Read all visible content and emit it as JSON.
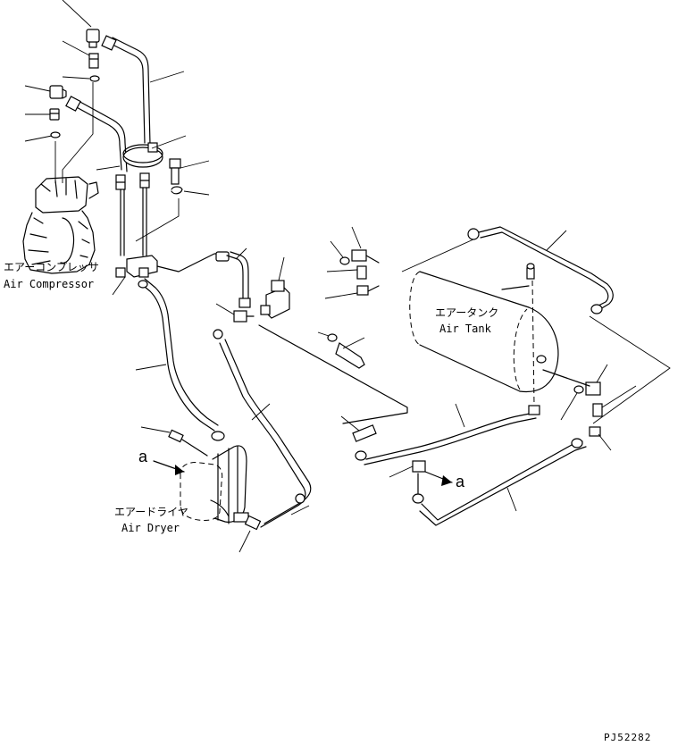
{
  "labels": {
    "air_compressor_jp": "エアーコンプレッサ",
    "air_compressor_en": "Air Compressor",
    "air_tank_jp": "エアータンク",
    "air_tank_en": "Air Tank",
    "air_dryer_jp": "エアードライヤ",
    "air_dryer_en": "Air Dryer",
    "view_marker_a": "a",
    "view_marker_a_arrow": "a",
    "drawing_code": "PJ52282"
  }
}
